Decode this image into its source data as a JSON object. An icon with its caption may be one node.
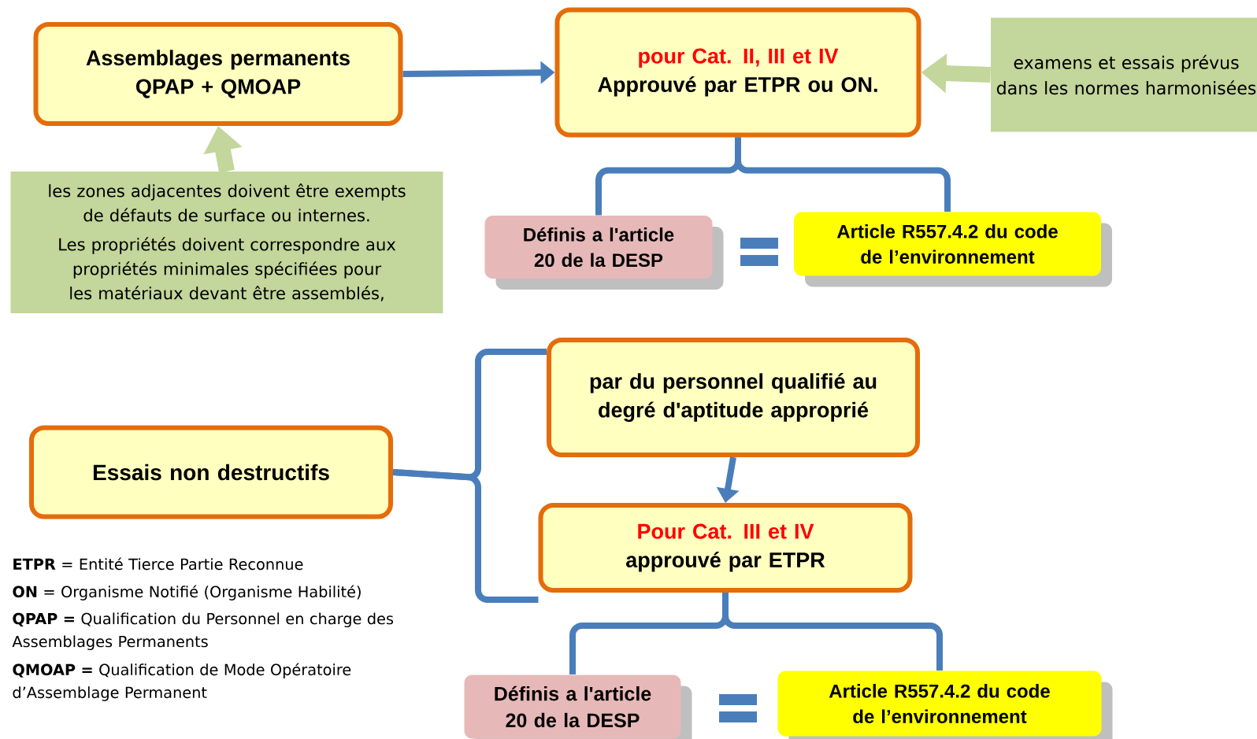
{
  "diagram": {
    "nodes": [
      {
        "text": [
          "Assemblages permanents QPAP + QMOAP"
        ]
      },
      {
        "text": [
          "pour Cat. II, III et IV",
          "Approuvé par ETPR ou ON."
        ]
      },
      {
        "text": [
          "examens et essais prévus dans les normes harmonisées"
        ]
      },
      {
        "text": [
          "les zones adjacentes doivent être exempts de défauts de surface ou internes.",
          "Les propriétés doivent correspondre aux propriétés minimales spécifiées pour les matériaux devant être assemblés,"
        ]
      },
      {
        "text": [
          "Définis a l'article 20 de la DESP"
        ]
      },
      {
        "text": [
          "Article R557.4.2 du code de l’environnement"
        ]
      },
      {
        "text": [
          "Essais non destructifs"
        ]
      },
      {
        "text": [
          "par du personnel qualifié au degré d'aptitude approprié"
        ]
      },
      {
        "text": [
          "Pour Cat. III et IV",
          "approuvé par ETPR"
        ]
      },
      {
        "text": [
          "Définis a l'article 20 de la DESP"
        ]
      },
      {
        "text": [
          "Article R557.4.2 du code de l’environnement"
        ]
      }
    ],
    "edges": [
      {
        "from": 0,
        "to": 1,
        "arrow": "to"
      },
      {
        "from": 2,
        "to": 1,
        "arrow": "to",
        "style": "thick",
        "color": "#c3d69b"
      },
      {
        "from": 3,
        "to": 0,
        "arrow": "to",
        "style": "thick",
        "color": "#c3d69b"
      },
      {
        "from": 1,
        "to": 4,
        "arrow": "none"
      },
      {
        "from": 1,
        "to": 5,
        "arrow": "none"
      },
      {
        "from": 6,
        "to": 7,
        "arrow": "none"
      },
      {
        "from": 6,
        "to": 8,
        "arrow": "none"
      },
      {
        "from": 7,
        "to": 8,
        "arrow": "to"
      },
      {
        "from": 8,
        "to": 9,
        "arrow": "none"
      },
      {
        "from": 8,
        "to": 10,
        "arrow": "none"
      }
    ],
    "labels": [
      "**ETPR** = Entité Tierce Partie Reconnue",
      "**ON** = Organisme Notifié (Organisme Habilité)",
      "**QPAP =** Qualification du Personnel en charge des Assemblages Permanents",
      "**QMOAP =** Qualification de Mode Opératoire d’Assemblage Permanent"
    ]
  }
}
